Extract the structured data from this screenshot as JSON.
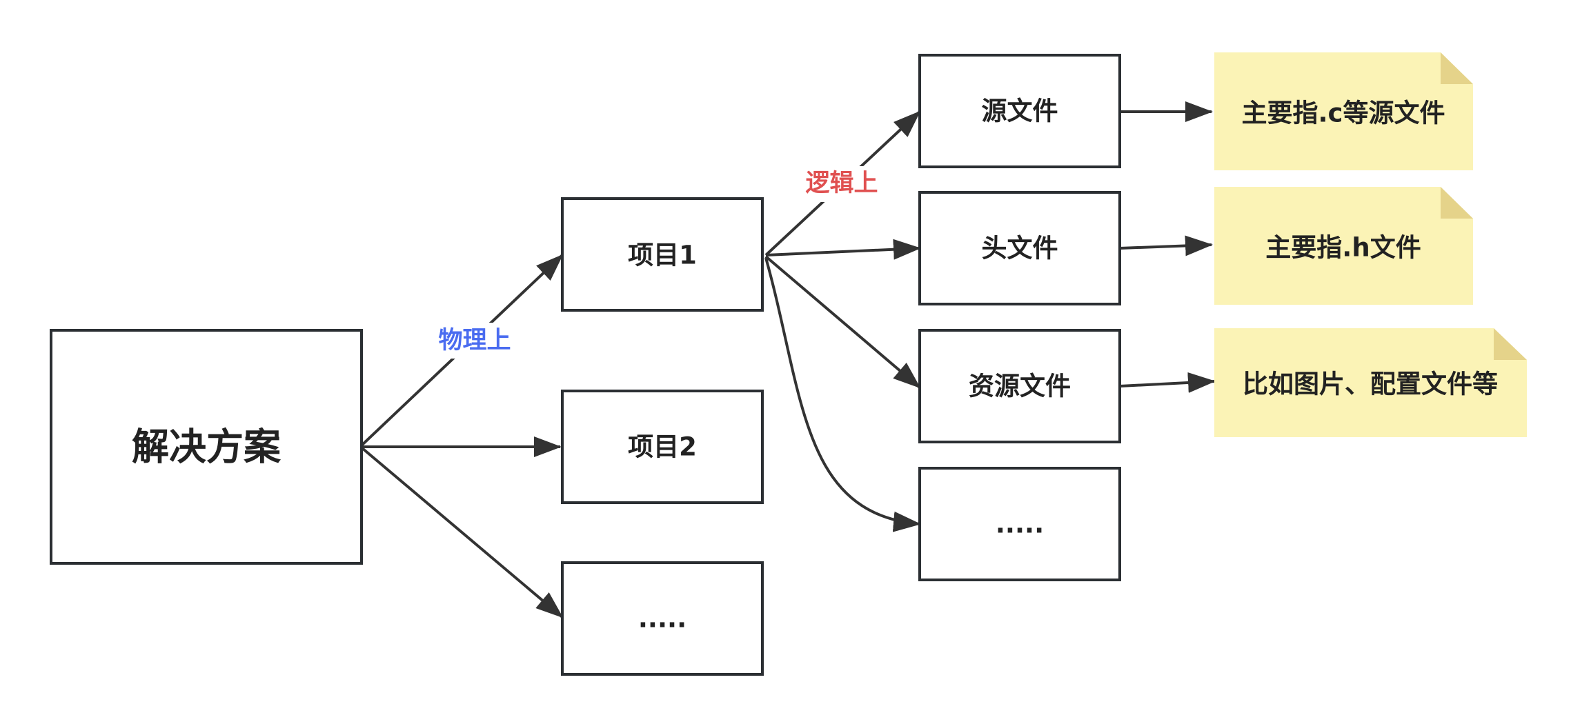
{
  "colors": {
    "stroke": "#2b2f33",
    "arrow": "#333333",
    "note_fill": "#fbf3b6",
    "note_fold": "#e5d38a",
    "physical_label": "#4a6cf0",
    "logical_label": "#e05050",
    "background": "#ffffff"
  },
  "nodes": {
    "solution": "解决方案",
    "project1": "项目1",
    "project2": "项目2",
    "project_more": ".....",
    "source_file": "源文件",
    "header_file": "头文件",
    "resource_file": "资源文件",
    "file_more": "....."
  },
  "notes": {
    "source_note": "主要指.c等源文件",
    "header_note": "主要指.h文件",
    "resource_note": "比如图片、配置文件等"
  },
  "edge_labels": {
    "physical": "物理上",
    "logical": "逻辑上"
  }
}
